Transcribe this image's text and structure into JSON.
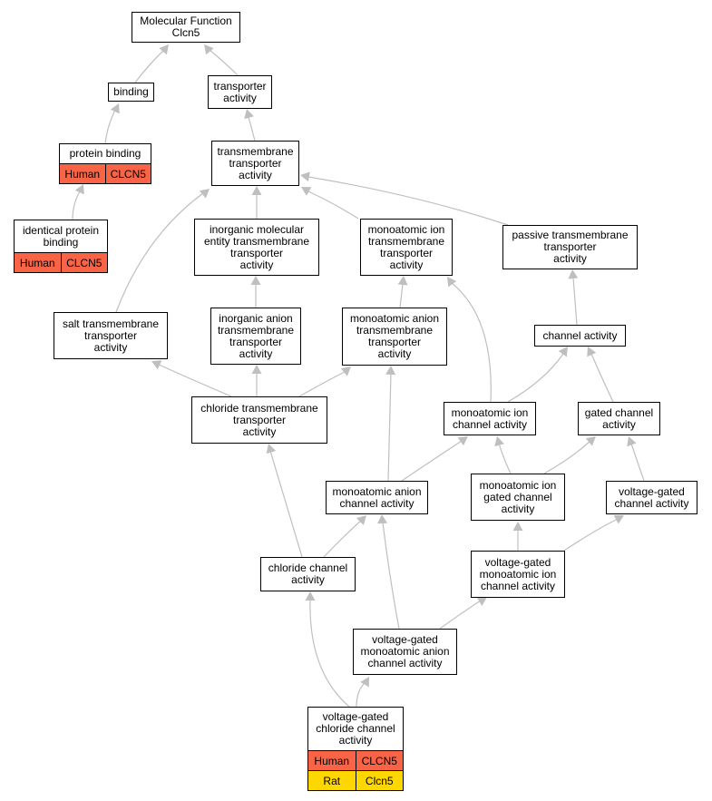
{
  "colors": {
    "human": "#fa6446",
    "rat": "#ffd700",
    "edge": "#bfbfbf"
  },
  "nodes": {
    "mf": [
      "Molecular Function",
      "Clcn5"
    ],
    "binding": [
      "binding"
    ],
    "transporter": [
      "transporter",
      "activity"
    ],
    "protein_binding": [
      "protein binding"
    ],
    "tm_transporter": [
      "transmembrane",
      "transporter",
      "activity"
    ],
    "identical_protein": [
      "identical protein",
      "binding"
    ],
    "inorganic_molecular": [
      "inorganic molecular",
      "entity transmembrane",
      "transporter",
      "activity"
    ],
    "monoatomic_ion_tm": [
      "monoatomic ion",
      "transmembrane",
      "transporter",
      "activity"
    ],
    "passive_tm": [
      "passive transmembrane",
      "transporter",
      "activity"
    ],
    "salt_tm": [
      "salt transmembrane",
      "transporter",
      "activity"
    ],
    "inorganic_anion": [
      "inorganic anion",
      "transmembrane",
      "transporter",
      "activity"
    ],
    "monoatomic_anion_tm": [
      "monoatomic anion",
      "transmembrane",
      "transporter",
      "activity"
    ],
    "channel": [
      "channel activity"
    ],
    "chloride_tm": [
      "chloride transmembrane",
      "transporter",
      "activity"
    ],
    "monoatomic_ion_channel": [
      "monoatomic ion",
      "channel activity"
    ],
    "gated_channel": [
      "gated channel",
      "activity"
    ],
    "monoatomic_anion_channel": [
      "monoatomic anion",
      "channel activity"
    ],
    "monoatomic_ion_gated": [
      "monoatomic ion",
      "gated channel",
      "activity"
    ],
    "voltage_gated_channel": [
      "voltage-gated",
      "channel activity"
    ],
    "chloride_channel": [
      "chloride channel",
      "activity"
    ],
    "vg_monoatomic_ion": [
      "voltage-gated",
      "monoatomic ion",
      "channel activity"
    ],
    "vg_monoatomic_anion": [
      "voltage-gated",
      "monoatomic anion",
      "channel activity"
    ],
    "vg_chloride": [
      "voltage-gated",
      "chloride channel",
      "activity"
    ]
  },
  "annotations": {
    "protein_binding": [
      [
        "Human",
        "CLCN5"
      ]
    ],
    "identical_protein": [
      [
        "Human",
        "CLCN5"
      ]
    ],
    "vg_chloride": [
      [
        "Human",
        "CLCN5"
      ],
      [
        "Rat",
        "Clcn5"
      ]
    ]
  }
}
